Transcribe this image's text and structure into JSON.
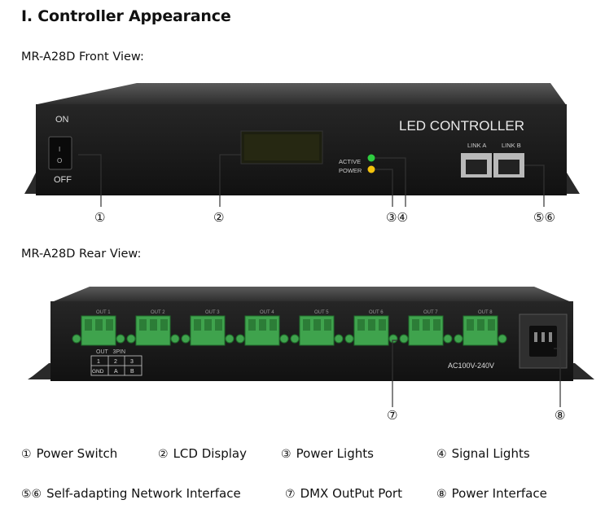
{
  "title": "I. Controller Appearance",
  "front_view": {
    "label": "MR-A28D Front View:",
    "switch_on": "ON",
    "switch_off": "OFF",
    "switch_i": "I",
    "switch_o": "O",
    "brand": "LED CONTROLLER",
    "led_active": "ACTIVE",
    "led_power": "POWER",
    "link_a": "LINK A",
    "link_b": "LINK B",
    "callouts": [
      "①",
      "②",
      "③④",
      "⑤⑥"
    ]
  },
  "rear_view": {
    "label": "MR-A28D Rear View:",
    "ports": [
      "OUT 1",
      "OUT 2",
      "OUT 3",
      "OUT 4",
      "OUT 5",
      "OUT 6",
      "OUT 7",
      "OUT 8"
    ],
    "pin_header": "OUT   3PIN",
    "pin_numbers": [
      "1",
      "2",
      "3"
    ],
    "pin_names": [
      "GND",
      "A",
      "B"
    ],
    "power_rating": "AC100V-240V",
    "callouts": [
      "⑦",
      "⑧"
    ]
  },
  "legend": [
    {
      "num": "①",
      "text": "Power Switch"
    },
    {
      "num": "②",
      "text": "LCD Display"
    },
    {
      "num": "③",
      "text": "Power Lights"
    },
    {
      "num": "④",
      "text": "Signal Lights"
    },
    {
      "num": "⑤⑥",
      "text": "Self-adapting Network Interface"
    },
    {
      "num": "⑦",
      "text": "DMX OutPut Port"
    },
    {
      "num": "⑧",
      "text": "Power Interface"
    }
  ],
  "colors": {
    "chassis": "#1b1b1b",
    "connector": "#3fa34d",
    "led_active": "#2ecc40",
    "led_power": "#f4c20d"
  }
}
